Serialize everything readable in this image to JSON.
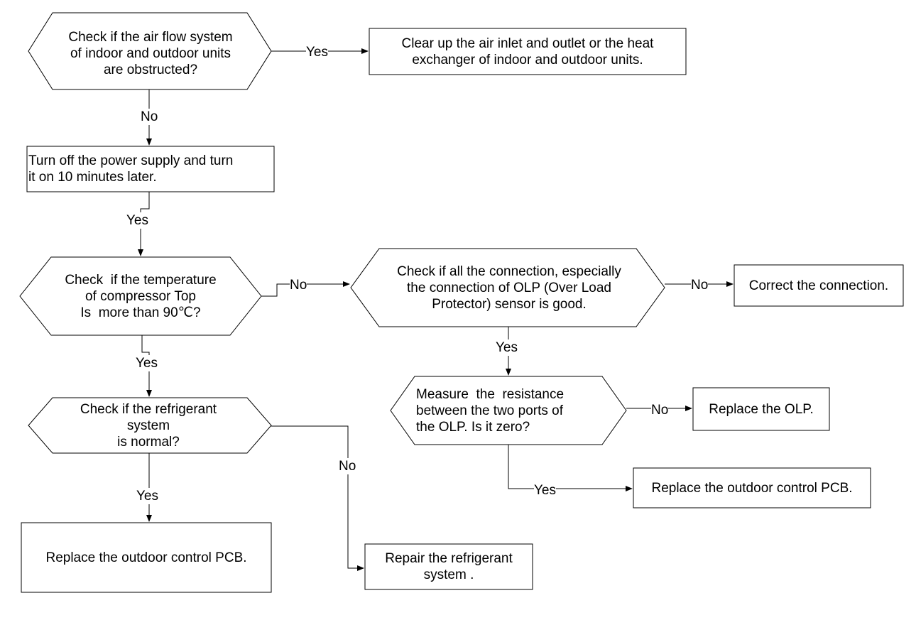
{
  "nodes": {
    "d1": {
      "kind": "decision",
      "lines": [
        "Check if the air flow system",
        "of indoor and outdoor units",
        "are obstructed?"
      ]
    },
    "r1": {
      "kind": "process",
      "lines": [
        "Clear up the air inlet and outlet or the heat",
        "exchanger of indoor and outdoor units."
      ]
    },
    "p1": {
      "kind": "process",
      "lines": [
        "Turn off the power supply and turn",
        "it on 10 minutes later."
      ]
    },
    "d2": {
      "kind": "decision",
      "lines": [
        "Check  if the temperature",
        "of compressor Top",
        "Is  more than 90℃?"
      ]
    },
    "d3": {
      "kind": "decision",
      "lines": [
        "Check if all the connection, especially",
        "the connection of OLP (Over Load",
        "Protector) sensor is good."
      ]
    },
    "r2": {
      "kind": "process",
      "lines": [
        "Correct the connection."
      ]
    },
    "d4": {
      "kind": "decision",
      "lines": [
        "Measure  the  resistance",
        "between the two ports of",
        "the OLP. Is it zero?"
      ]
    },
    "r3": {
      "kind": "process",
      "lines": [
        "Replace the OLP."
      ]
    },
    "r4": {
      "kind": "process",
      "lines": [
        "Replace the outdoor control PCB."
      ]
    },
    "d5": {
      "kind": "decision",
      "lines": [
        "Check if the refrigerant",
        "system",
        "is normal?"
      ]
    },
    "r5": {
      "kind": "process",
      "lines": [
        "Replace the outdoor control PCB."
      ]
    },
    "r6": {
      "kind": "process",
      "lines": [
        "Repair the refrigerant",
        "system ."
      ]
    }
  },
  "edges": [
    {
      "from": "d1",
      "to": "r1",
      "label": "Yes"
    },
    {
      "from": "d1",
      "to": "p1",
      "label": "No"
    },
    {
      "from": "p1",
      "to": "d2",
      "label": "Yes"
    },
    {
      "from": "d2",
      "to": "d3",
      "label": "No"
    },
    {
      "from": "d3",
      "to": "r2",
      "label": "No"
    },
    {
      "from": "d3",
      "to": "d4",
      "label": "Yes"
    },
    {
      "from": "d4",
      "to": "r3",
      "label": "No"
    },
    {
      "from": "d4",
      "to": "r4",
      "label": "Yes"
    },
    {
      "from": "d2",
      "to": "d5",
      "label": "Yes"
    },
    {
      "from": "d5",
      "to": "r5",
      "label": "Yes"
    },
    {
      "from": "d5",
      "to": "r6",
      "label": "No"
    }
  ],
  "colors": {
    "stroke": "#000000",
    "fill": "#ffffff",
    "text": "#000000"
  }
}
